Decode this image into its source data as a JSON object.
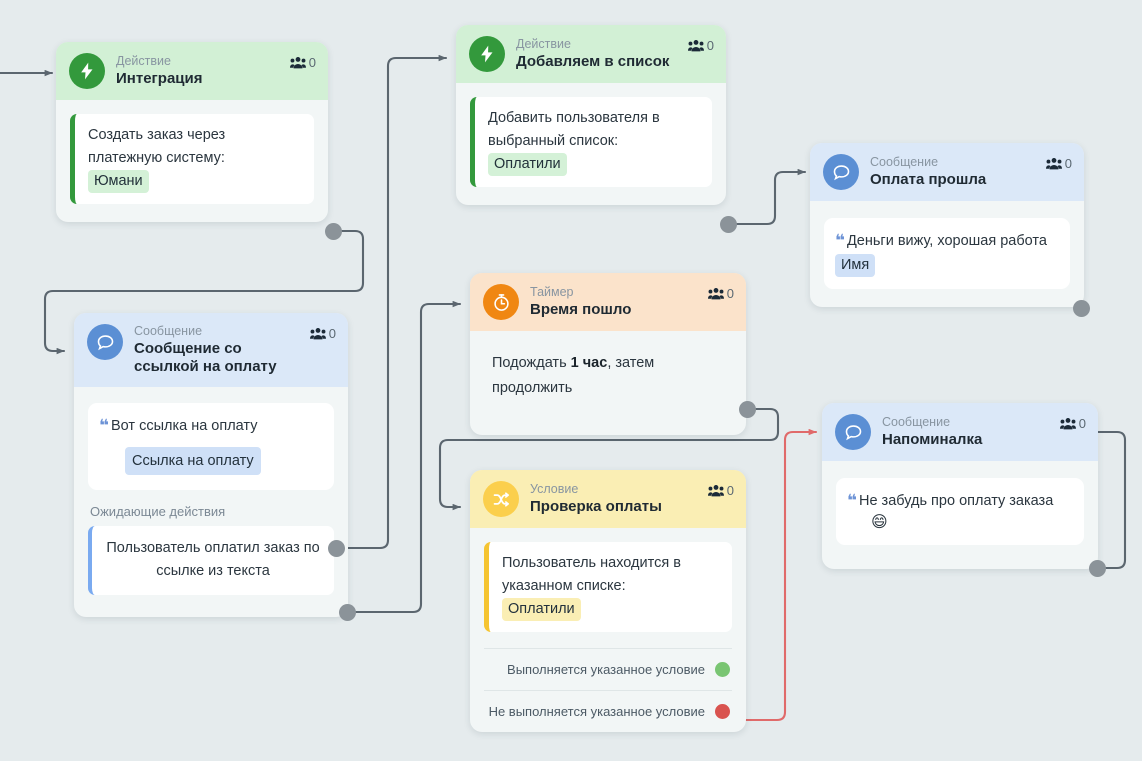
{
  "canvas": {
    "background": "#e5ebed",
    "wire_color": "#5b666f",
    "wire_color_negative": "#e06a6a"
  },
  "nodes": [
    {
      "id": "integration",
      "kind": "Действие",
      "title": "Интеграция",
      "icon": "lightning-bolt-icon",
      "accent": "green",
      "count": "0",
      "body_text_1": "Создать заказ через",
      "body_text_2": "платежную систему:",
      "tag": "Юмани"
    },
    {
      "id": "add-to-list",
      "kind": "Действие",
      "title": "Добавляем в список",
      "icon": "lightning-bolt-icon",
      "accent": "green",
      "count": "0",
      "body_text_1": "Добавить пользователя в",
      "body_text_2": "выбранный список:",
      "tag": "Оплатили"
    },
    {
      "id": "payment-success",
      "kind": "Сообщение",
      "title": "Оплата прошла",
      "icon": "chat-bubble-icon",
      "accent": "blue",
      "count": "0",
      "message_text": "Деньги вижу, хорошая работа",
      "message_tag": "Имя"
    },
    {
      "id": "payment-link-message",
      "kind": "Сообщение",
      "title": "Сообщение со ссылкой на оплату",
      "icon": "chat-bubble-icon",
      "accent": "blue",
      "count": "0",
      "message_text": "Вот ссылка на оплату",
      "link_chip": "Ссылка на оплату",
      "waiting_label": "Ожидающие действия",
      "waiting_text": "Пользователь оплатил заказ по ссылке из текста"
    },
    {
      "id": "timer",
      "kind": "Таймер",
      "title": "Время пошло",
      "icon": "stopwatch-icon",
      "accent": "orange",
      "count": "0",
      "body_prefix": "Подождать ",
      "body_bold": "1 час",
      "body_suffix": ", затем продолжить"
    },
    {
      "id": "payment-check",
      "kind": "Условие",
      "title": "Проверка оплаты",
      "icon": "shuffle-icon",
      "accent": "yellow",
      "count": "0",
      "body_text_1": "Пользователь находится в",
      "body_text_2": "указанном списке:",
      "tag": "Оплатили",
      "outcome_true": "Выполняется указанное условие",
      "outcome_false": "Не выполняется указанное условие"
    },
    {
      "id": "reminder",
      "kind": "Сообщение",
      "title": "Напоминалка",
      "icon": "chat-bubble-icon",
      "accent": "blue",
      "count": "0",
      "message_text": "Не забудь про оплату заказа",
      "emoji": "😄"
    }
  ]
}
